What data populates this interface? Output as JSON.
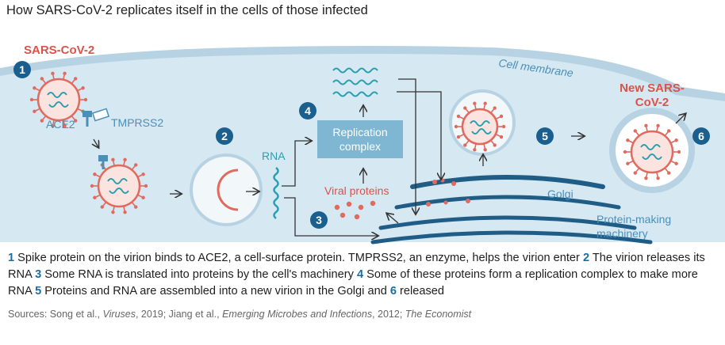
{
  "title": "How SARS-CoV-2 replicates itself in the cells of those infected",
  "labels": {
    "virus": "SARS-CoV-2",
    "ace2": "ACE2",
    "tmprss2": "TMPRSS2",
    "rna": "RNA",
    "cell_membrane": "Cell membrane",
    "replication_line1": "Replication",
    "replication_line2": "complex",
    "viral_proteins": "Viral proteins",
    "golgi": "Golgi",
    "new_virus_line1": "New SARS-",
    "new_virus_line2": "CoV-2",
    "machinery_line1": "Protein-making",
    "machinery_line2": "machinery"
  },
  "steps": [
    "1",
    "2",
    "3",
    "4",
    "5",
    "6"
  ],
  "caption": {
    "s1_num": "1",
    "s1": " Spike protein on the virion binds to ACE2, a cell-surface protein. TMPRSS2, an enzyme, helps the virion enter ",
    "s2_num": "2",
    "s2": " The virion releases its RNA ",
    "s3_num": "3",
    "s3": " Some RNA is translated into proteins by the cell's machinery ",
    "s4_num": "4",
    "s4": " Some of these proteins form a replication complex to make more RNA ",
    "s5_num": "5",
    "s5": " Proteins and RNA are assembled into a new virion in the Golgi and ",
    "s6_num": "6",
    "s6": " released"
  },
  "sources": {
    "prefix": "Sources: Song et al., ",
    "journal1": "Viruses",
    "mid": ", 2019; Jiang et al., ",
    "journal2": "Emerging Microbes and Infections",
    "mid2": ", 2012; ",
    "publisher": "The Economist"
  },
  "colors": {
    "cell": "#d6e8f2",
    "membrane": "#b7d3e3",
    "step_circle": "#1b5f8f",
    "virus_red": "#e06a5e",
    "virus_label": "#d9534a",
    "rna_teal": "#2a9fb0",
    "replication_box": "#7fb6d1",
    "label_blue": "#4a8fb8"
  }
}
